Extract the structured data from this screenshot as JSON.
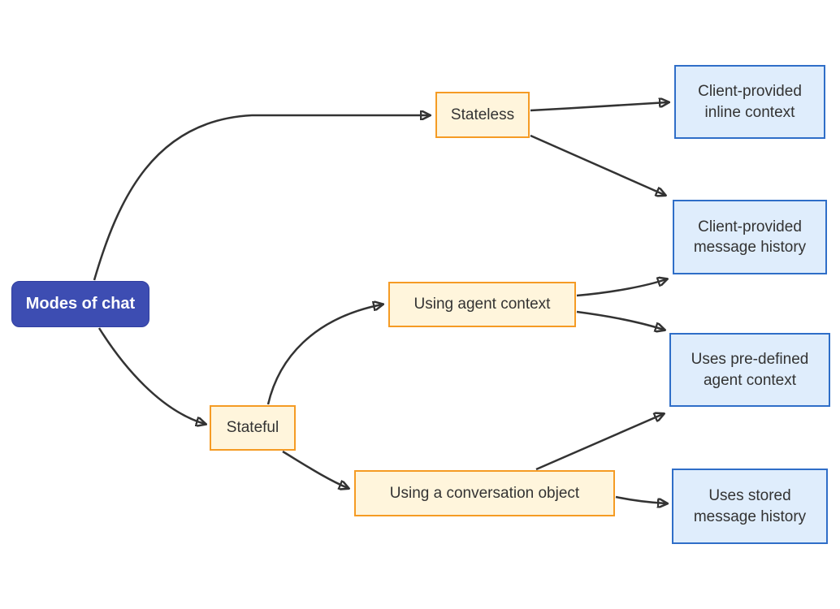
{
  "diagram": {
    "type": "flowchart",
    "direction": "left-to-right",
    "background": "#ffffff",
    "colors": {
      "root_fill": "#3D4DB2",
      "root_border": "#303E9F",
      "root_text": "#ffffff",
      "branch_fill": "#FFF5DC",
      "branch_border": "#F59B24",
      "leaf_fill": "#DFEDFC",
      "leaf_border": "#2F6EC8",
      "node_text": "#333333",
      "edge_color": "#333333"
    },
    "nodes": {
      "root": {
        "label": "Modes of chat"
      },
      "stateless": {
        "label": "Stateless"
      },
      "stateful": {
        "label": "Stateful"
      },
      "agent_context": {
        "label": "Using agent context"
      },
      "conversation_object": {
        "label": "Using a conversation object"
      },
      "inline_context": {
        "label": "Client-provided\ninline context"
      },
      "message_history": {
        "label": "Client-provided\nmessage history"
      },
      "predefined_context": {
        "label": "Uses pre-defined\nagent context"
      },
      "stored_history": {
        "label": "Uses stored\nmessage history"
      }
    },
    "edges": [
      {
        "from": "root",
        "to": "stateless"
      },
      {
        "from": "root",
        "to": "stateful"
      },
      {
        "from": "stateless",
        "to": "inline_context"
      },
      {
        "from": "stateless",
        "to": "message_history"
      },
      {
        "from": "stateful",
        "to": "agent_context"
      },
      {
        "from": "stateful",
        "to": "conversation_object"
      },
      {
        "from": "agent_context",
        "to": "message_history"
      },
      {
        "from": "agent_context",
        "to": "predefined_context"
      },
      {
        "from": "conversation_object",
        "to": "predefined_context"
      },
      {
        "from": "conversation_object",
        "to": "stored_history"
      }
    ]
  }
}
